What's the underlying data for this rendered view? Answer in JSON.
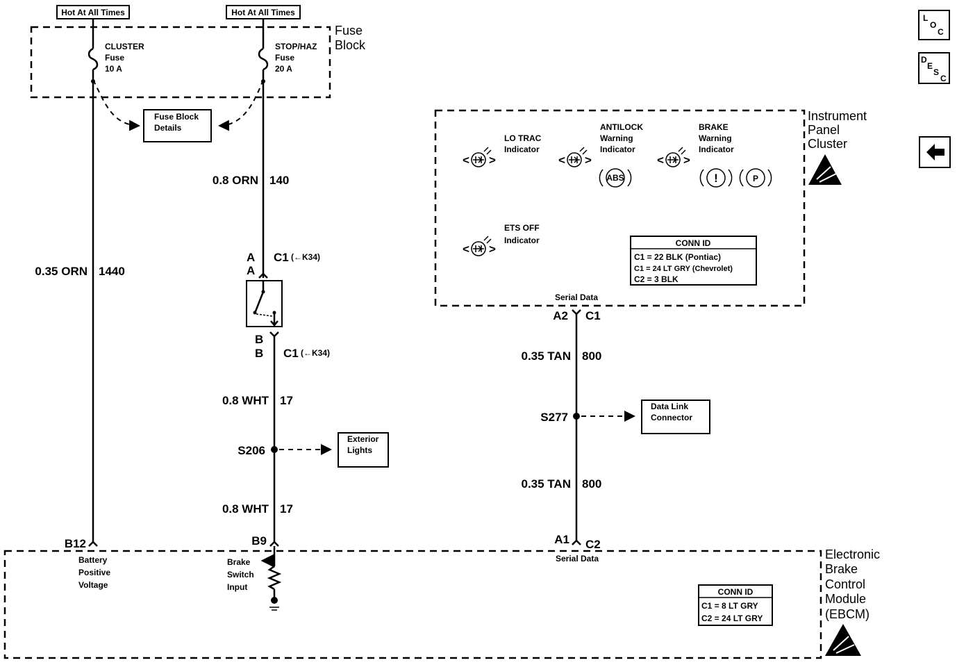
{
  "power": {
    "hot_label_left": "Hot At All Times",
    "hot_label_right": "Hot At All Times"
  },
  "fuse_block": {
    "title_line1": "Fuse",
    "title_line2": "Block",
    "fuse_left": {
      "name": "CLUSTER",
      "type": "Fuse",
      "rating": "10 A"
    },
    "fuse_right": {
      "name": "STOP/HAZ",
      "type": "Fuse",
      "rating": "20 A"
    },
    "details_line1": "Fuse Block",
    "details_line2": "Details"
  },
  "wires": {
    "left": {
      "size": "0.35 ORN",
      "circuit": "1440"
    },
    "stop_upper": {
      "size": "0.8 ORN",
      "circuit": "140"
    },
    "stop_mid": {
      "size": "0.8 WHT",
      "circuit": "17"
    },
    "stop_lower": {
      "size": "0.8 WHT",
      "circuit": "17"
    },
    "serial_upper": {
      "size": "0.35 TAN",
      "circuit": "800"
    },
    "serial_lower": {
      "size": "0.35 TAN",
      "circuit": "800"
    }
  },
  "brake_switch": {
    "pin_top_a1": "A",
    "pin_top_a2": "A",
    "conn_top": "C1",
    "conn_top_note": "(←K34)",
    "pin_bot_b1": "B",
    "pin_bot_b2": "B",
    "conn_bot": "C1",
    "conn_bot_note": "(←K34)"
  },
  "splices": {
    "s206": "S206",
    "s206_target_line1": "Exterior",
    "s206_target_line2": "Lights",
    "s277": "S277",
    "s277_target_line1": "Data Link",
    "s277_target_line2": "Connector"
  },
  "ipc": {
    "title_line1": "Instrument",
    "title_line2": "Panel",
    "title_line3": "Cluster",
    "lo_trac_line1": "LO TRAC",
    "lo_trac_line2": "Indicator",
    "antilock_line1": "ANTILOCK",
    "antilock_line2": "Warning",
    "antilock_line3": "Indicator",
    "brake_line1": "BRAKE",
    "brake_line2": "Warning",
    "brake_line3": "Indicator",
    "ets_line1": "ETS OFF",
    "ets_line2": "Indicator",
    "abs_symbol": "ABS",
    "brake_symbol": "!",
    "park_symbol": "P",
    "conn_id_title": "CONN ID",
    "conn_id_line1": "C1 = 22 BLK (Pontiac)",
    "conn_id_line2": "C1 = 24 LT GRY (Chevrolet)",
    "conn_id_line3": "C2 = 3 BLK",
    "serial_label": "Serial Data",
    "pin_a2": "A2",
    "conn_c1": "C1"
  },
  "ebcm": {
    "title_line1": "Electronic",
    "title_line2": "Brake",
    "title_line3": "Control",
    "title_line4": "Module",
    "title_line5": "(EBCM)",
    "pin_b12": "B12",
    "pin_b9": "B9",
    "pin_a1": "A1",
    "conn_c2": "C2",
    "battery_line1": "Battery",
    "battery_line2": "Positive",
    "battery_line3": "Voltage",
    "brake_line1": "Brake",
    "brake_line2": "Switch",
    "brake_line3": "Input",
    "serial_label": "Serial Data",
    "conn_id_title": "CONN ID",
    "conn_id_line1": "C1 = 8 LT GRY",
    "conn_id_line2": "C2 = 24 LT GRY"
  },
  "nav": {
    "loc_l": "L",
    "loc_o": "O",
    "loc_c": "C",
    "desc_d": "D",
    "desc_e": "E",
    "desc_s": "S",
    "desc_c": "C"
  },
  "icons": [
    "indicator-lamp-icon",
    "esd-warning-icon",
    "back-arrow-icon",
    "resistor-icon",
    "ground-icon",
    "switch-icon"
  ]
}
